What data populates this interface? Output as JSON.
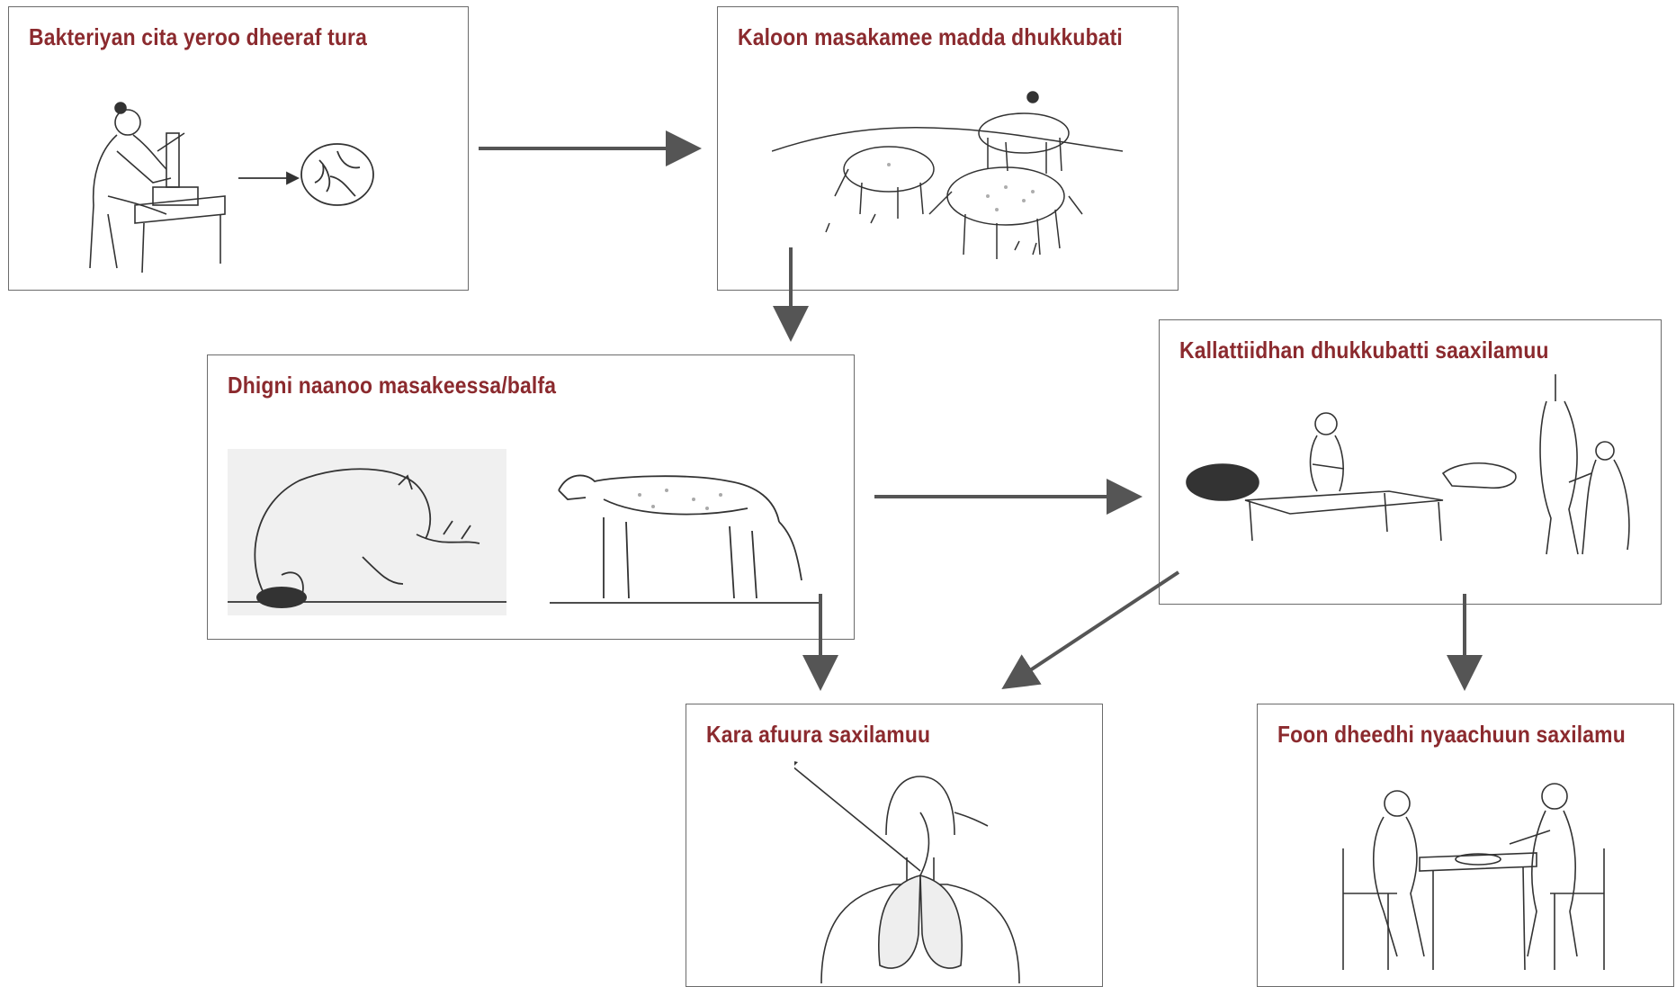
{
  "colors": {
    "title": "#8b2a2e",
    "arrow": "#555555",
    "border": "#6b6b6b"
  },
  "boxes": {
    "bacteria": {
      "title": "Bakteriyan cita yeroo dheeraf tura"
    },
    "grazing": {
      "title": "Kaloon masakamee madda dhukkubati"
    },
    "sick": {
      "title": "Dhigni naanoo masakeessa/balfa"
    },
    "butcher": {
      "title": "Kallattiidhan dhukkubatti saaxilamuu"
    },
    "breath": {
      "title": "Kara afuura saxilamuu"
    },
    "eating": {
      "title": "Foon dheedhi nyaachuun saxilamu"
    }
  },
  "icons": [
    "microscope-scientist-icon",
    "bacteria-petri-icon",
    "grazing-cattle-icon",
    "dead-cow-icon",
    "sick-sheep-icon",
    "butchering-scene-icon",
    "lungs-icon",
    "people-eating-icon"
  ]
}
